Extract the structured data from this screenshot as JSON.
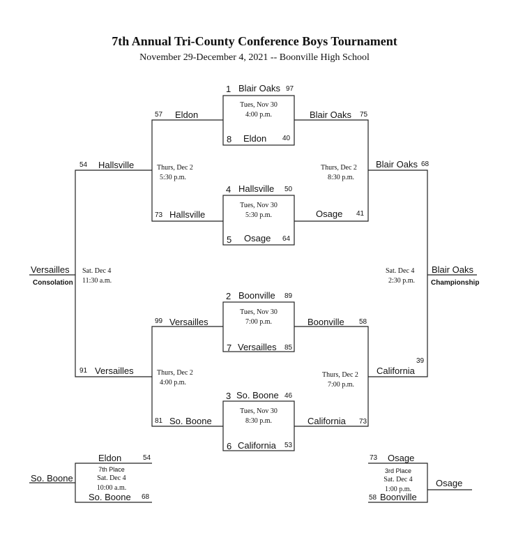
{
  "header": {
    "title": "7th Annual Tri-County Conference Boys Tournament",
    "subtitle": "November 29-December 4, 2021 -- Boonville High School"
  },
  "quarterfinals": [
    {
      "top_seed": "1",
      "top_team": "Blair Oaks",
      "top_score": "97",
      "day": "Tues, Nov 30",
      "time": "4:00 p.m.",
      "bottom_seed": "8",
      "bottom_team": "Eldon",
      "bottom_score": "40"
    },
    {
      "top_seed": "4",
      "top_team": "Hallsville",
      "top_score": "50",
      "day": "Tues, Nov 30",
      "time": "5:30 p.m.",
      "bottom_seed": "5",
      "bottom_team": "Osage",
      "bottom_score": "64"
    },
    {
      "top_seed": "2",
      "top_team": "Boonville",
      "top_score": "89",
      "day": "Tues, Nov 30",
      "time": "7:00 p.m.",
      "bottom_seed": "7",
      "bottom_team": "Versailles",
      "bottom_score": "85"
    },
    {
      "top_seed": "3",
      "top_team": "So. Boone",
      "top_score": "46",
      "day": "Tues, Nov 30",
      "time": "8:30 p.m.",
      "bottom_seed": "6",
      "bottom_team": "California",
      "bottom_score": "53"
    }
  ],
  "consolation_bracket": {
    "r1": [
      {
        "team": "Eldon",
        "score": "57"
      },
      {
        "team": "Hallsville",
        "score": "73"
      },
      {
        "team": "Versailles",
        "score": "99"
      },
      {
        "team": "So. Boone",
        "score": "81"
      }
    ],
    "games": [
      {
        "day": "Thurs, Dec 2",
        "time": "5:30 p.m."
      },
      {
        "day": "Thurs, Dec 2",
        "time": "4:00 p.m."
      }
    ],
    "r2": [
      {
        "team": "Hallsville",
        "score": "54"
      },
      {
        "team": "Versailles",
        "score": "91"
      }
    ],
    "final": {
      "day": "Sat. Dec 4",
      "time": "11:30 a.m.",
      "winner": "Versailles",
      "label": "Consolation"
    }
  },
  "championship_bracket": {
    "r1": [
      {
        "team": "Blair Oaks",
        "score": "75"
      },
      {
        "team": "Osage",
        "score": "41"
      },
      {
        "team": "Boonville",
        "score": "58"
      },
      {
        "team": "California",
        "score": "73"
      }
    ],
    "games": [
      {
        "day": "Thurs, Dec 2",
        "time": "8:30 p.m."
      },
      {
        "day": "Thurs, Dec 2",
        "time": "7:00 p.m."
      }
    ],
    "r2": [
      {
        "team": "Blair Oaks",
        "score": "68"
      },
      {
        "team": "California",
        "score": "39"
      }
    ],
    "final": {
      "day": "Sat. Dec 4",
      "time": "2:30 p.m.",
      "winner": "Blair Oaks",
      "label": "Championship"
    }
  },
  "seventh_place": {
    "top_team": "Eldon",
    "top_score": "54",
    "label": "7th Place",
    "day": "Sat. Dec 4",
    "time": "10:00 a.m.",
    "bottom_team": "So. Boone",
    "bottom_score": "68",
    "winner": "So. Boone"
  },
  "third_place": {
    "top_team": "Osage",
    "top_score": "73",
    "label": "3rd Place",
    "day": "Sat. Dec 4",
    "time": "1:00 p.m.",
    "bottom_team": "Boonville",
    "bottom_score": "58",
    "winner": "Osage"
  }
}
